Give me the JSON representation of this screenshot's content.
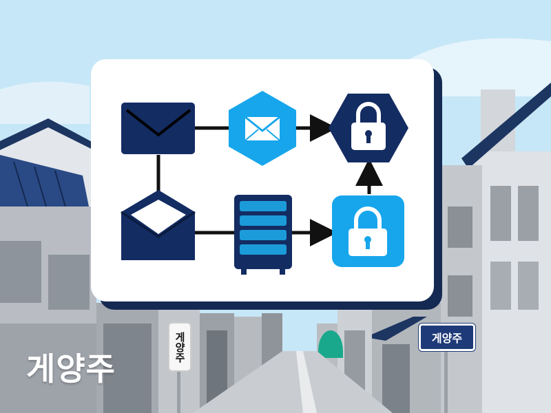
{
  "street_name_large": "게양주",
  "street_sign_vertical": "게양주",
  "street_sign_horizontal": "게양주",
  "icons": [
    "envelope-closed-icon",
    "envelope-open-icon",
    "mail-hexagon-icon",
    "server-rack-icon",
    "lock-hexagon-icon",
    "lock-rounded-icon"
  ],
  "colors": {
    "navy": "#132c62",
    "sky_blue": "#17a6ec",
    "card_shadow": "#152a52",
    "sky": "#bfe4f6"
  }
}
